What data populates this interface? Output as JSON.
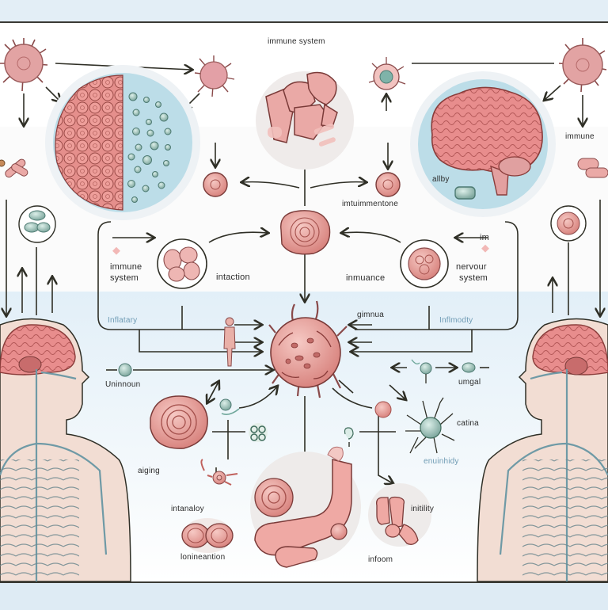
{
  "diagram": {
    "title": "immune system",
    "colors": {
      "tissue_pink": "#e79a96",
      "tissue_outline": "#7a3a38",
      "circle_blue": "#bcdde8",
      "circle_gray": "#eeeae9",
      "nerve_teal": "#6f9aa6",
      "arrow": "#2f2f26",
      "skin": "#f2ddd3",
      "band_blue": "#e3eef6"
    },
    "labels": {
      "top_title": "immune system",
      "right_top": "immune",
      "brain_circle_note": "allby",
      "center_under_cells": "imtuimmentone",
      "left_box_text_1": "immune",
      "left_box_text_2": "system",
      "left_box_middle": "intaction",
      "right_box_left": "inmuance",
      "right_box_im": "im",
      "right_box_text_1": "nervour",
      "right_box_text_2": "system",
      "left_box_caption": "Inflatary",
      "center_box_caption": "gimnua",
      "right_box_caption": "Inflmodty",
      "left_marker": "Uninnoun",
      "right_marker": "umgal",
      "dendritic_label": "catina",
      "dendritic_caption": "enuinhidy",
      "aging": "aiging",
      "interaction_bottom_left": "intanaloy",
      "bottom_left": "lonineantion",
      "bottom_right_label": "initility",
      "bottom_right": "infoom"
    },
    "nodes": [
      {
        "id": "virus-top-left",
        "type": "virus"
      },
      {
        "id": "virus-top-center",
        "type": "virus"
      },
      {
        "id": "virus-top-right",
        "type": "virus"
      },
      {
        "id": "tissue-cell-cluster",
        "type": "cell-cluster-circle"
      },
      {
        "id": "muscle-fragment-circle",
        "type": "tissue-circle"
      },
      {
        "id": "brain-circle",
        "type": "brain-circle"
      },
      {
        "id": "central-immune-cell",
        "type": "spiked-cell"
      },
      {
        "id": "human-figure-left",
        "type": "nervous-system-figure"
      },
      {
        "id": "human-figure-right",
        "type": "nervous-system-figure"
      },
      {
        "id": "intestine-circle",
        "type": "intestine"
      },
      {
        "id": "dendritic-cell",
        "type": "dendritic-cell"
      }
    ]
  }
}
